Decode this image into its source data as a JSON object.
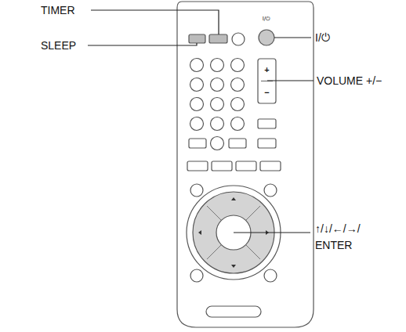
{
  "diagram": {
    "labels": [
      "TIMER",
      "SLEEP",
      "I/⏻",
      "VOLUME +/−",
      "↑/↓/←/→/ ENTER",
      "I/⏻",
      "+",
      "−"
    ]
  }
}
